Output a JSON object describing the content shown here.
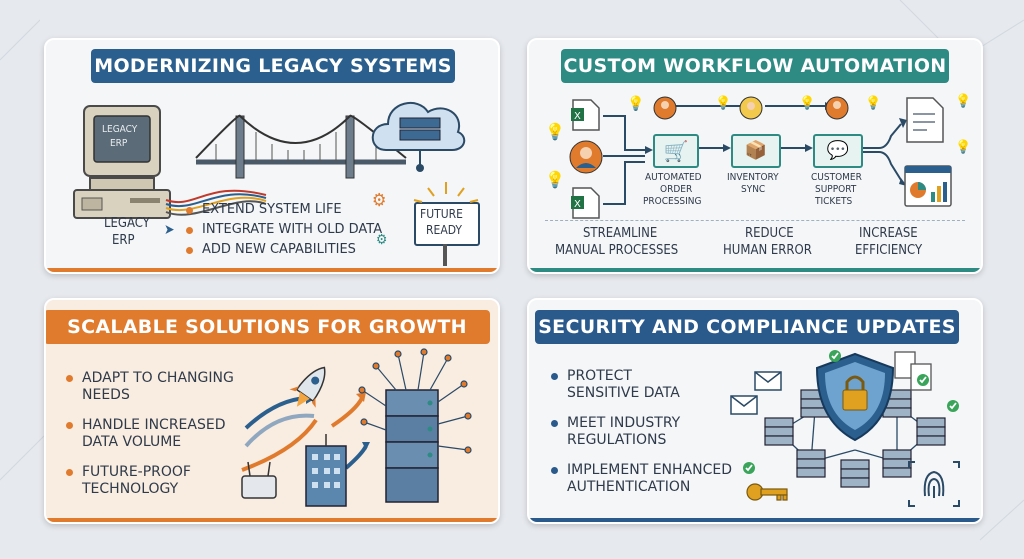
{
  "colors": {
    "blue": "#2b5f8e",
    "teal": "#2e8b84",
    "orange": "#e07b2e",
    "navy": "#2a5a8c"
  },
  "legacy": {
    "title": "MODERNIZING LEGACY SYSTEMS",
    "monitor_text": [
      "LEGACY",
      "ERP"
    ],
    "caption": [
      "LEGACY",
      "ERP"
    ],
    "bullets": [
      "EXTEND SYSTEM LIFE",
      "INTEGRATE WITH OLD DATA",
      "ADD NEW CAPABILITIES"
    ],
    "sign": [
      "FUTURE",
      "READY"
    ]
  },
  "workflow": {
    "title": "CUSTOM WORKFLOW AUTOMATION",
    "steps": [
      [
        "AUTOMATED",
        "ORDER",
        "PROCESSING"
      ],
      [
        "INVENTORY",
        "SYNC"
      ],
      [
        "CUSTOMER",
        "SUPPORT",
        "TICKETS"
      ]
    ],
    "benefits": [
      [
        "STREAMLINE",
        "MANUAL PROCESSES"
      ],
      [
        "REDUCE",
        "HUMAN ERROR"
      ],
      [
        "INCREASE",
        "EFFICIENCY"
      ]
    ]
  },
  "scalable": {
    "title": "SCALABLE SOLUTIONS FOR GROWTH",
    "bullets": [
      [
        "ADAPT TO CHANGING",
        "NEEDS"
      ],
      [
        "HANDLE INCREASED",
        "DATA VOLUME"
      ],
      [
        "FUTURE-PROOF",
        "TECHNOLOGY"
      ]
    ]
  },
  "security": {
    "title": "SECURITY AND COMPLIANCE UPDATES",
    "bullets": [
      [
        "PROTECT",
        "SENSITIVE DATA"
      ],
      [
        "MEET INDUSTRY",
        "REGULATIONS"
      ],
      [
        "IMPLEMENT ENHANCED",
        "AUTHENTICATION"
      ]
    ]
  }
}
